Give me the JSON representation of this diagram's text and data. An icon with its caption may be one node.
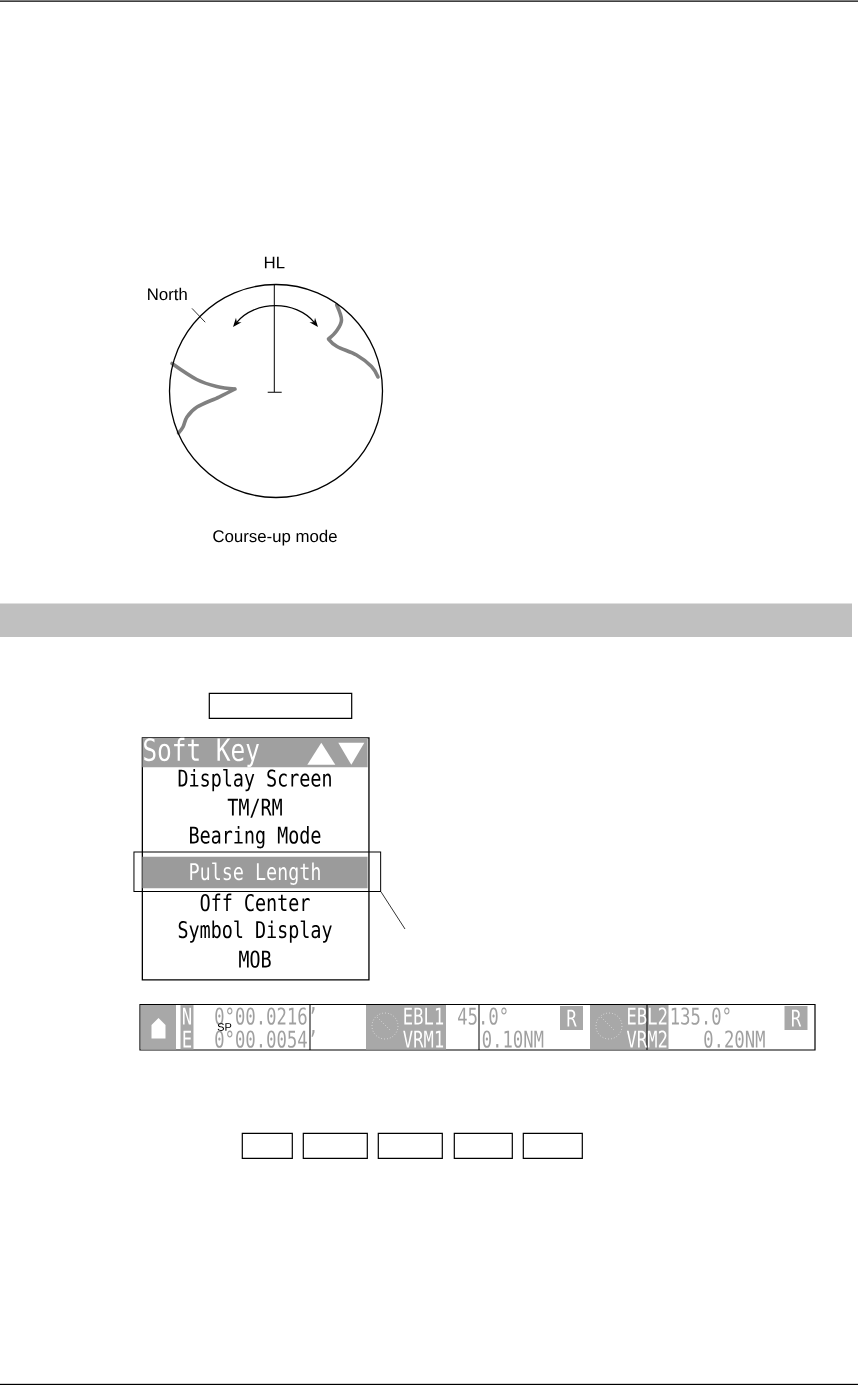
{
  "diagram": {
    "nodes": [
      {
        "text": [
          "North"
        ]
      },
      {
        "text": [],
        "shape": "circle",
        "beside": [
          "Course-up mode"
        ]
      },
      {
        "text": [],
        "shape": "bar"
      },
      {
        "text": [],
        "shape": "box"
      },
      {
        "text": [
          "Soft Key"
        ]
      },
      {
        "text": [
          "Display Screen"
        ],
        "in": 4
      },
      {
        "text": [
          "TM/RM"
        ],
        "in": 4
      },
      {
        "text": [
          "Bearing Mode"
        ],
        "in": 4
      },
      {
        "text": [],
        "shape": "box"
      },
      {
        "text": [
          "Pulse Length"
        ],
        "in": 8
      },
      {
        "text": [
          "Off Center"
        ],
        "in": 4
      },
      {
        "text": [
          "Symbol Display"
        ],
        "in": 4
      },
      {
        "text": [
          "MOB"
        ],
        "in": 4
      },
      {
        "text": [],
        "shape": "box"
      },
      {
        "text": [],
        "shape": "box"
      },
      {
        "text": [],
        "shape": "box"
      },
      {
        "text": [],
        "shape": "box"
      },
      {
        "text": [],
        "shape": "box"
      }
    ],
    "edges": [
      {
        "from": 0,
        "to": 1,
        "arrow": "none"
      },
      {
        "from": null,
        "to": 8,
        "arrow": "none"
      }
    ],
    "labels": [
      "HL",
      "N",
      "0°00.0216’",
      "EBL1",
      "45.0°",
      "R",
      "EBL2",
      "135.0°",
      "R",
      "SP",
      "E",
      "0°00.0054’",
      "VRM1",
      "0.10NM",
      "VRM2",
      "0.20NM"
    ]
  }
}
